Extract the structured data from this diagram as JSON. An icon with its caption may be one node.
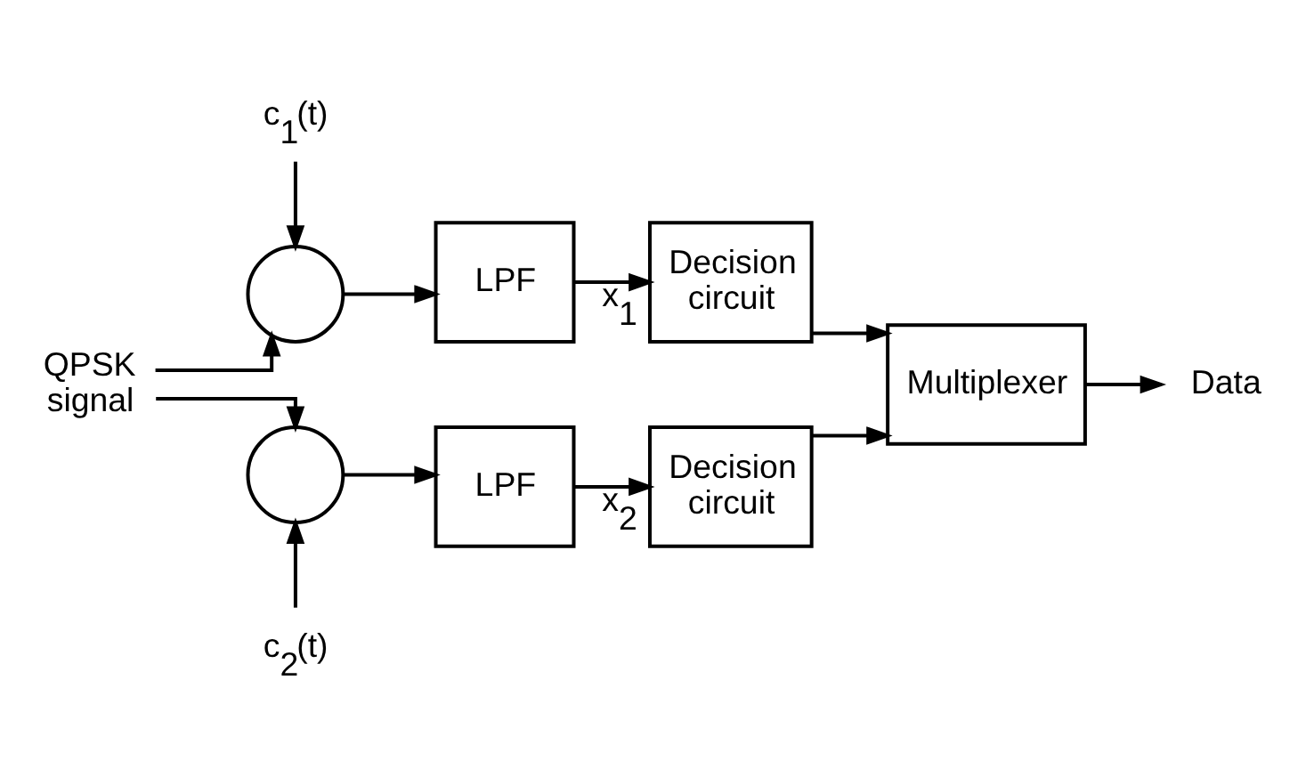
{
  "diagram": {
    "nodes": [
      {
        "text": [
          "QPSK signal"
        ]
      },
      {
        "text": [
          "c$_{1}$(t)"
        ]
      },
      {
        "text": [],
        "shape": "circle"
      },
      {
        "text": [
          "LPF"
        ]
      },
      {
        "text": [
          "Decision circuit"
        ]
      },
      {
        "text": [
          "c$_{2}$(t)"
        ]
      },
      {
        "text": [],
        "shape": "circle"
      },
      {
        "text": [
          "LPF"
        ]
      },
      {
        "text": [
          "Decision circuit"
        ]
      },
      {
        "text": [
          "Multiplexer"
        ]
      },
      {
        "text": [
          "Data"
        ]
      }
    ],
    "edges": [
      {
        "from": 0,
        "to": 2,
        "arrow": "to"
      },
      {
        "from": 0,
        "to": 6,
        "arrow": "to"
      },
      {
        "from": 1,
        "to": 2,
        "arrow": "to"
      },
      {
        "from": 2,
        "to": 3,
        "arrow": "to"
      },
      {
        "from": 3,
        "to": 4,
        "arrow": "to",
        "label": "x$_{1}$"
      },
      {
        "from": 5,
        "to": 6,
        "arrow": "to"
      },
      {
        "from": 6,
        "to": 7,
        "arrow": "to"
      },
      {
        "from": 7,
        "to": 8,
        "arrow": "to",
        "label": "x$_{2}$"
      },
      {
        "from": 4,
        "to": 9,
        "arrow": "to"
      },
      {
        "from": 8,
        "to": 9,
        "arrow": "to"
      },
      {
        "from": 9,
        "to": 10,
        "arrow": "to"
      }
    ]
  }
}
